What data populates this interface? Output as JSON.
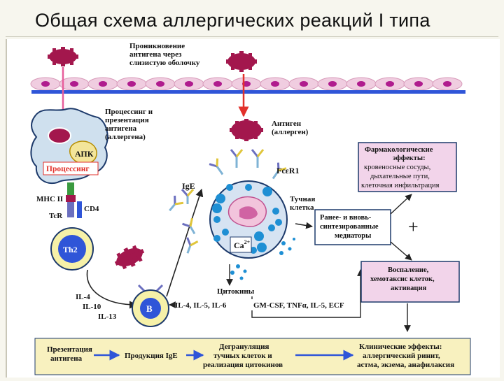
{
  "title": "Общая схема аллергических реакций I типа",
  "labels": {
    "penetration": [
      "Проникновение",
      "антигена через",
      "слизистую оболочку"
    ],
    "processing_presentation": [
      "Процессинг и",
      "презентация",
      "антигена",
      "(аллергена)"
    ],
    "apc": "АПК",
    "processing": "Процессинг",
    "antigen": [
      "Антиген",
      "(аллерген)"
    ],
    "mhc": "MHC II",
    "tcr": "TcR",
    "cd4": "CD4",
    "th2": "Th2",
    "ige": "IgE",
    "fcer1": "FcεR1",
    "mast_cell": [
      "Тучная",
      "клетка"
    ],
    "calcium": "Ca",
    "calcium_sup": "2+",
    "b_cell": "B",
    "il_left": [
      "IL-4",
      "IL-10",
      "IL-13"
    ],
    "il_right": "IL-4, IL-5, IL-6",
    "cytokines": "Цитокины",
    "cytokine_list": "GM-CSF, TNFα, IL-5, ECF",
    "plus": "+"
  },
  "boxes": {
    "pharmacological": [
      "Фармакологические",
      "эффекты:",
      "кровеносные сосуды,",
      "дыхательные пути,",
      "клеточная инфильтрация"
    ],
    "mediators": [
      "Ранее- и вновь-",
      "синтезированные",
      "медиаторы"
    ],
    "inflammation": [
      "Воспаление,",
      "хемотаксис клеток,",
      "активация"
    ]
  },
  "bottom_bar": {
    "step1": [
      "Презентация",
      "антигена"
    ],
    "step2": "Продукция IgE",
    "step3": [
      "Дегрануляция",
      "тучных клеток и",
      "реализация цитокинов"
    ],
    "step4": [
      "Клинические эффекты:",
      "аллергический ринит,",
      "астма, экзема, анафилаксия"
    ]
  },
  "colors": {
    "membrane": "#2f55d8",
    "epithelial_cell": "#f0cde0",
    "nucleus": "#b01c8e",
    "antigen": "#a3174d",
    "apc_fill": "#cfe0ee",
    "th2_fill": "#f6f1a8",
    "mast_fill": "#d6e3f2",
    "granule": "#1e8fd4",
    "box_fill": "#f2d4ea",
    "bottom_fill": "#f8f1bf",
    "arrow_pink": "#e75e9b",
    "arrow_red": "#e2312b"
  }
}
